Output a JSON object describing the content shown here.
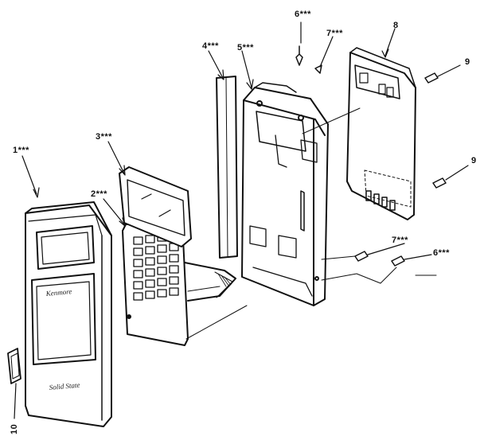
{
  "callouts": {
    "c1": "1***",
    "c2": "2***",
    "c3": "3***",
    "c4": "4***",
    "c5": "5***",
    "c6_top": "6***",
    "c7_top": "7***",
    "c8": "8",
    "c9_top": "9",
    "c9_mid": "9",
    "c7_bot": "7***",
    "c6_bot": "6***",
    "c10": "10"
  },
  "door_panel": {
    "brand_text": "Kenmore",
    "model_text": "Solid State"
  }
}
